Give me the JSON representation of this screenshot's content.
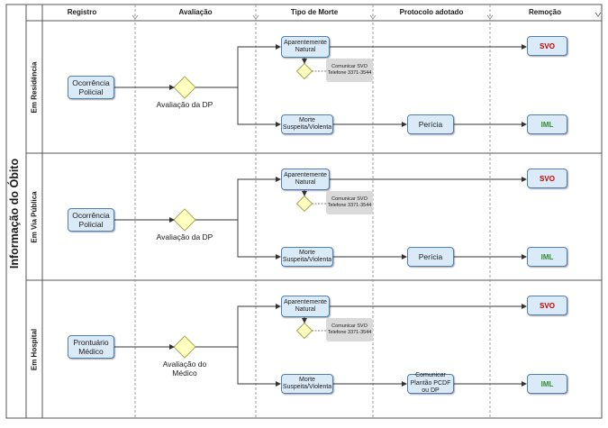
{
  "pool_title": "Informação do Óbito",
  "columns": [
    "Registro",
    "Avaliação",
    "Tipo de Morte",
    "Protocolo adotado",
    "Remoção"
  ],
  "lanes": [
    {
      "title": "Em Residência",
      "registro": "Ocorrência Policial",
      "avaliacao": "Avaliação da DP",
      "natural": "Aparentemente Natural",
      "note": "Comunicar SVO Telefone 3371-3544",
      "suspeita": "Morte Suspeita/Violenta",
      "protocolo": "Perícia",
      "svo": "SVO",
      "iml": "IML"
    },
    {
      "title": "Em Via Pública",
      "registro": "Ocorrência Policial",
      "avaliacao": "Avaliação da DP",
      "natural": "Aparentemente Natural",
      "note": "Comunicar SVO Telefone 3371-3544",
      "suspeita": "Morte Suspeita/Violenta",
      "protocolo": "Perícia",
      "svo": "SVO",
      "iml": "IML"
    },
    {
      "title": "Em Hospital",
      "registro": "Prontuário Médico",
      "avaliacao": "Avaliação do Médico",
      "natural": "Aparentemente Natural",
      "note": "Comunicar SVO Telefone 3371-3544",
      "suspeita": "Morte Suspeita/Violenta",
      "protocolo": "Comunicar Plantão PCDF ou DP",
      "svo": "SVO",
      "iml": "IML"
    }
  ],
  "colors": {
    "task_fill": "#dbeaf7",
    "task_border": "#4f7eb8",
    "gateway_fill": "#ffffc0",
    "gateway_border": "#a8a850",
    "svo_text": "#c00000",
    "iml_text": "#2e8b2e",
    "note_fill": "#d9d9d9"
  }
}
